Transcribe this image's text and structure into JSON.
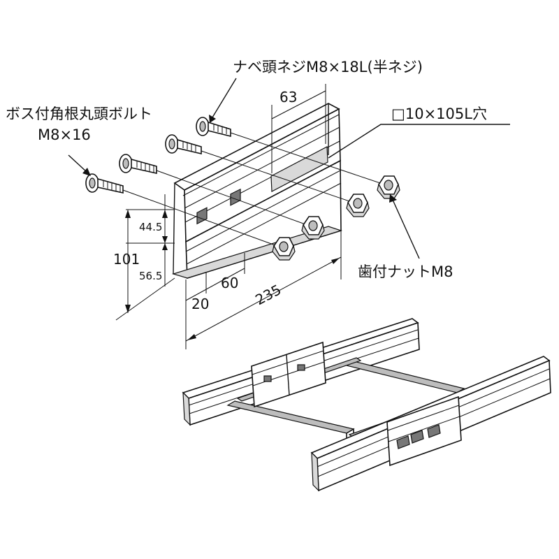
{
  "labels": {
    "pan_head_screw": "ナベ頭ネジM8×18L(半ネジ)",
    "boss_bolt_line1": "ボス付角根丸頭ボルト",
    "boss_bolt_line2": "M8×16",
    "slot_hole": "□10×105L穴",
    "serrated_nut": "歯付ナットM8"
  },
  "dimensions": {
    "d63": "63",
    "d44_5": "44.5",
    "d101": "101",
    "d56_5": "56.5",
    "d20": "20",
    "d60": "60",
    "d235": "235"
  },
  "colors": {
    "line": "#111111",
    "fill_light": "#d9d9d9",
    "fill_mid": "#bdbdbd",
    "fill_dark": "#777777"
  }
}
